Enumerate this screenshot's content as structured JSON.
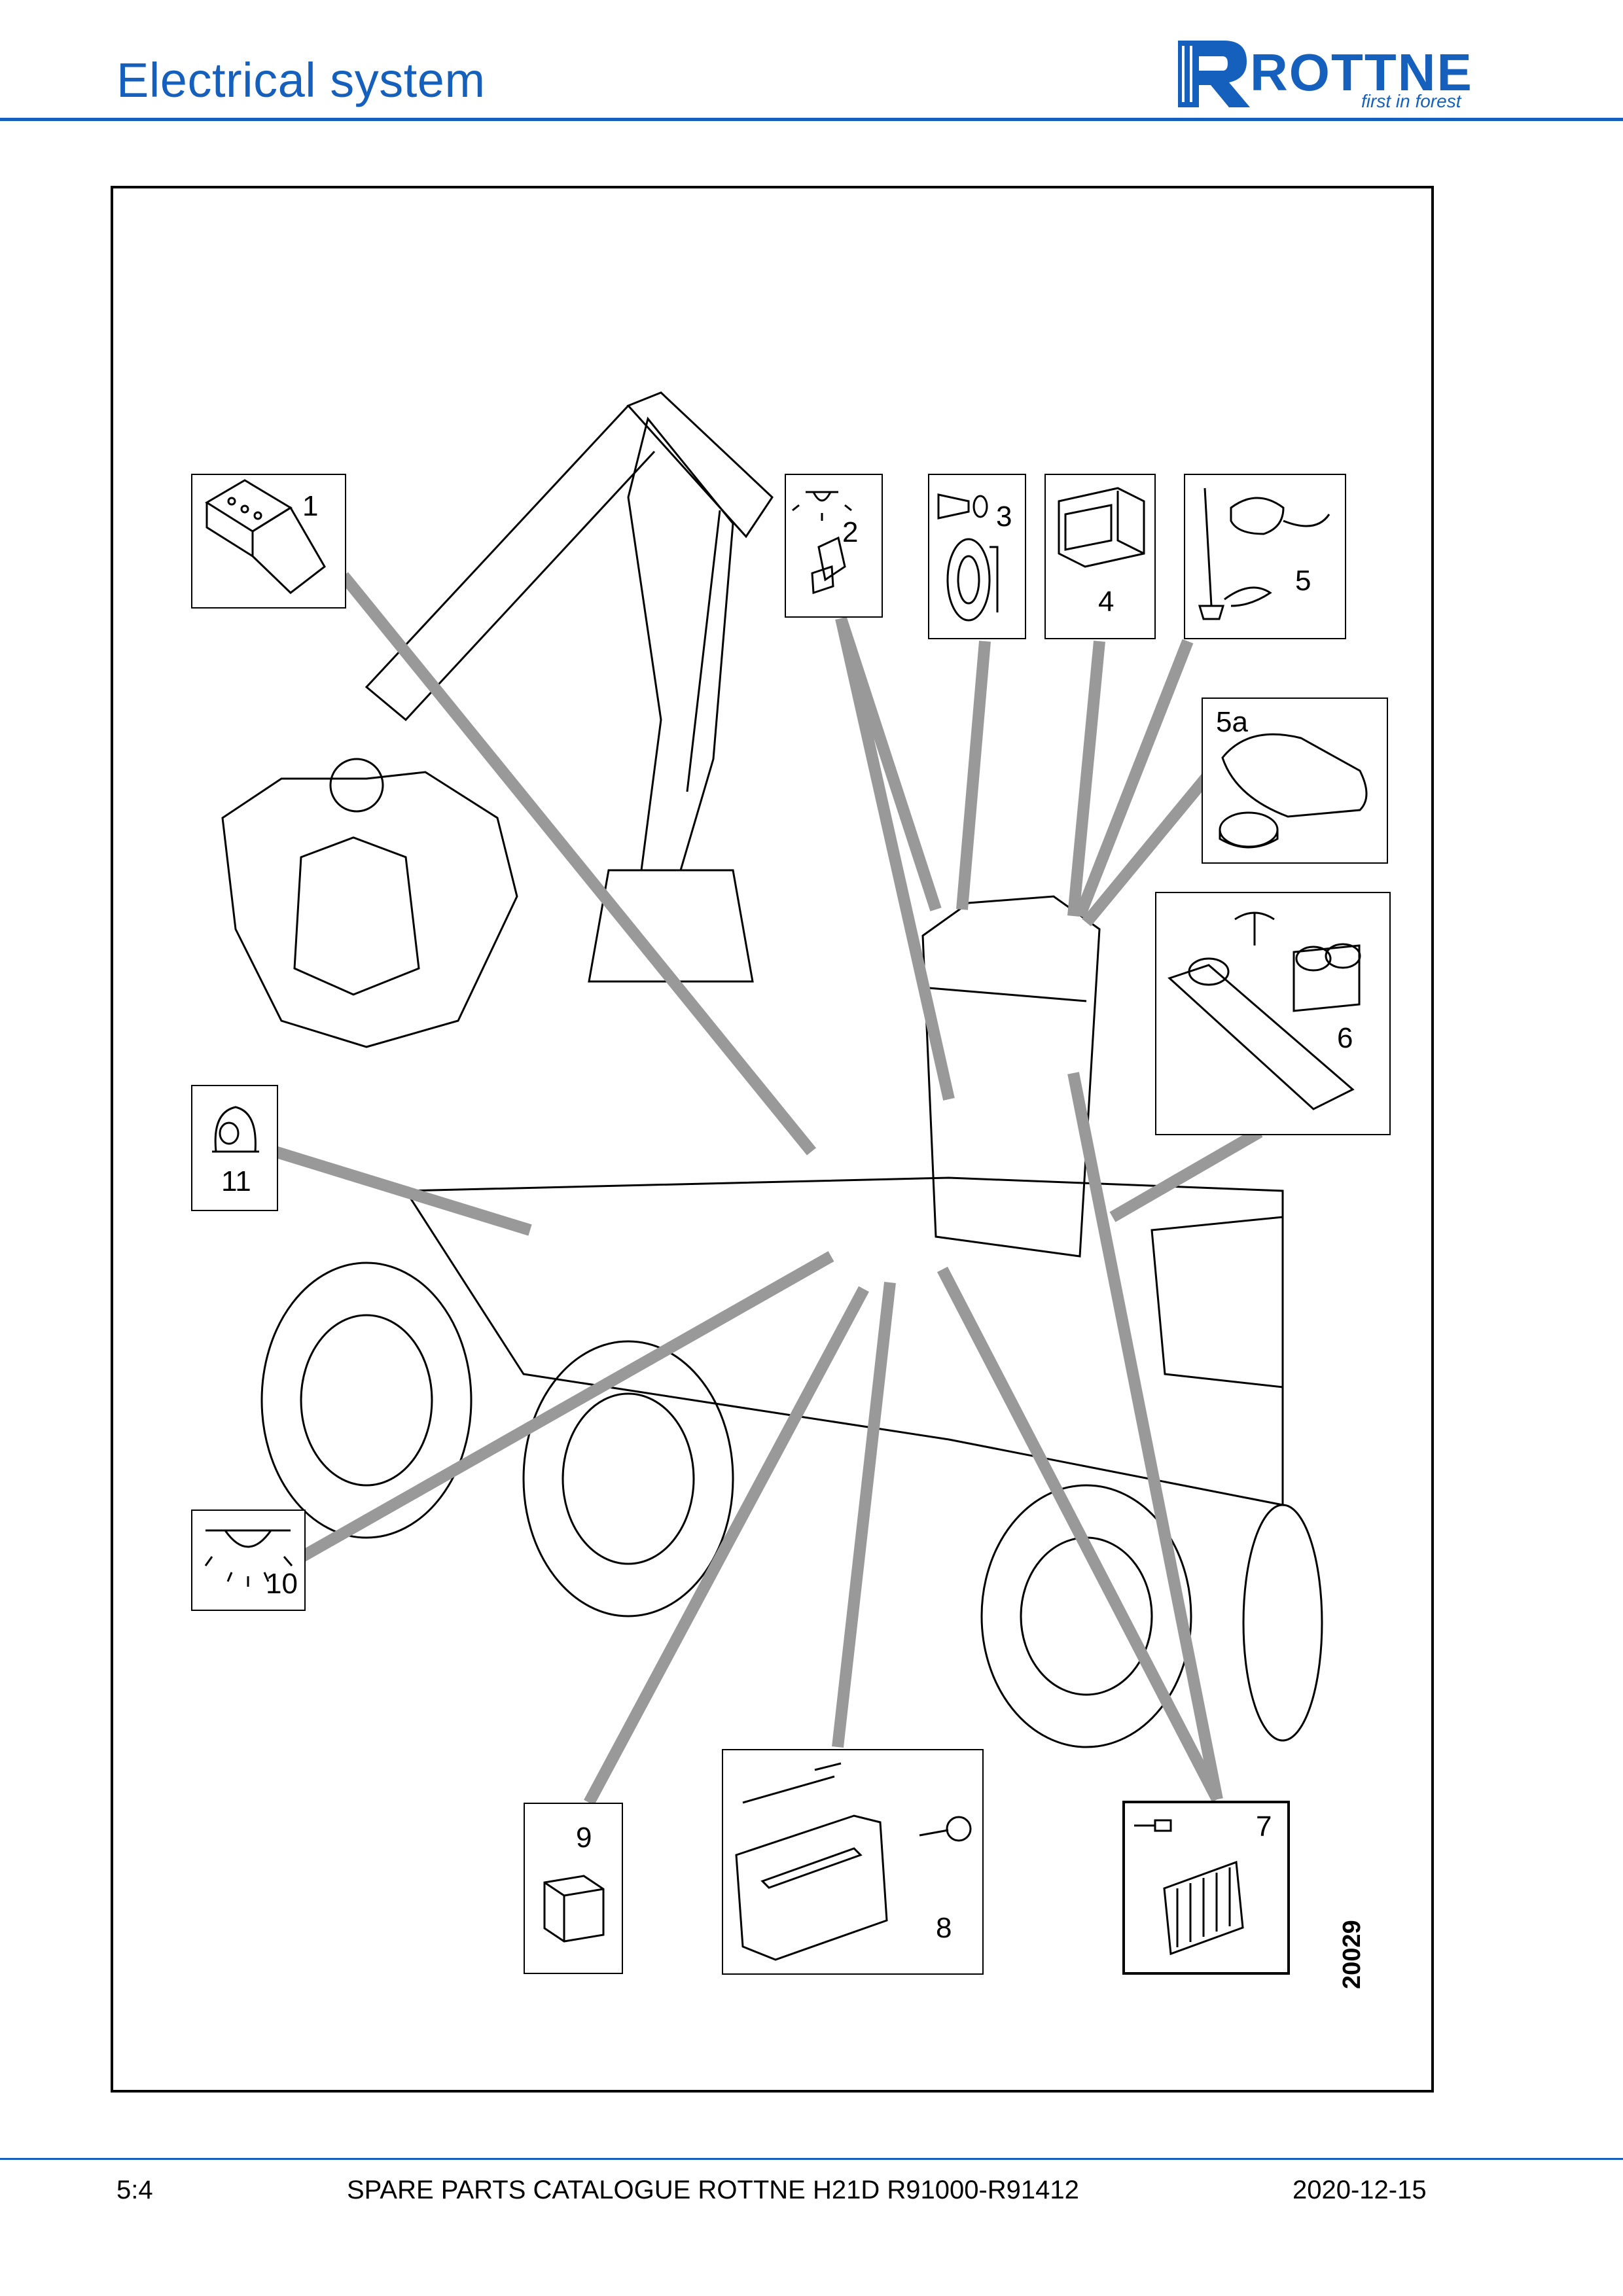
{
  "header": {
    "title": "Electrical system",
    "logo": {
      "brand": "ROTTNE",
      "tagline": "first in forest",
      "color": "#1560bd"
    }
  },
  "figure": {
    "drawing_id": "20029",
    "callouts": [
      {
        "id": "1",
        "label": "1",
        "icon": "battery-icon"
      },
      {
        "id": "2",
        "label": "2",
        "icon": "cab-light-icon"
      },
      {
        "id": "3",
        "label": "3",
        "icon": "horn-icon"
      },
      {
        "id": "4",
        "label": "4",
        "icon": "display-unit-icon"
      },
      {
        "id": "5",
        "label": "5",
        "icon": "antenna-icon"
      },
      {
        "id": "5a",
        "label": "5a",
        "icon": "roof-antenna-icon"
      },
      {
        "id": "6",
        "label": "6",
        "icon": "wiper-motor-icon"
      },
      {
        "id": "7",
        "label": "7",
        "icon": "fuse-relay-box-icon"
      },
      {
        "id": "8",
        "label": "8",
        "icon": "control-box-icon"
      },
      {
        "id": "9",
        "label": "9",
        "icon": "control-module-icon"
      },
      {
        "id": "10",
        "label": "10",
        "icon": "work-light-icon"
      },
      {
        "id": "11",
        "label": "11",
        "icon": "beacon-icon"
      }
    ]
  },
  "footer": {
    "page": "5:4",
    "catalogue": "SPARE PARTS CATALOGUE ROTTNE H21D R91000-R91412",
    "date": "2020-12-15"
  },
  "colors": {
    "accent": "#1560bd",
    "leader": "#999999"
  }
}
